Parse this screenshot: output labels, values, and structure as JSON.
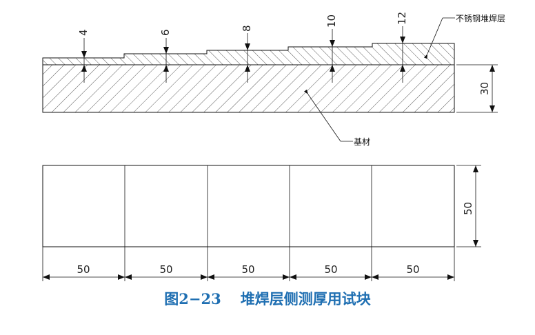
{
  "figure": {
    "caption_number": "图2−23",
    "caption_title": "堆焊层侧测厚用试块"
  },
  "top_view": {
    "callouts": {
      "overlay": "不锈钢堆焊层",
      "base": "基材"
    },
    "thickness_marks": [
      "4",
      "6",
      "8",
      "10",
      "12"
    ],
    "height_dimension": "30"
  },
  "bottom_view": {
    "height_dimension": "50",
    "segment_widths": [
      "50",
      "50",
      "50",
      "50",
      "50"
    ]
  },
  "colors": {
    "line": "#1a1a1a",
    "caption": "#1f6fb2"
  }
}
